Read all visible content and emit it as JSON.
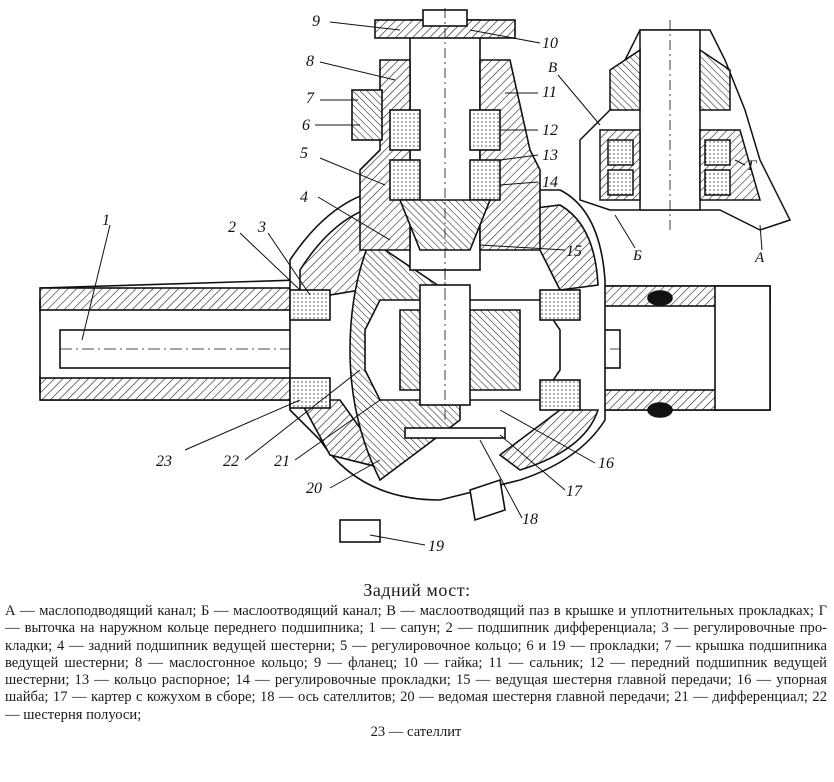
{
  "callouts": [
    "1",
    "2",
    "3",
    "4",
    "5",
    "6",
    "7",
    "8",
    "9",
    "10",
    "11",
    "12",
    "13",
    "14",
    "15",
    "16",
    "17",
    "18",
    "19",
    "20",
    "21",
    "22",
    "23"
  ],
  "inset_letters": [
    "В",
    "Г",
    "Б",
    "А"
  ],
  "caption": {
    "title": "Задний мост:",
    "lines": [
      "А — маслоподводящий канал; Б — маслоотводящий канал; В — маслоотводящий паз",
      "в крышке и уплотнительных прокладках; Г — выточка на наружном кольце переднего",
      "подшипника; 1 — сапун; 2 — подшипник дифференциала; 3 — регулировочные про-",
      "кладки; 4 — задний подшипник ведущей шестерни; 5 — регулировочное кольцо; 6 и 19 —",
      "прокладки; 7 — крышка подшипника ведущей шестерни; 8 — маслосгонное кольцо; 9 —",
      "фланец; 10 — гайка; 11 — сальник; 12 — передний подшипник ведущей шестерни; 13 —",
      "кольцо распорное; 14 — регулировочные прокладки; 15 — ведущая шестерня главной",
      "передачи; 16 — упорная шайба; 17 — картер с кожухом в сборе; 18 — ось сателлитов;",
      "20 — ведомая шестерня главной передачи; 21 — дифференциал; 22 — шестерня полуоси;",
      "23 — сателлит"
    ]
  }
}
